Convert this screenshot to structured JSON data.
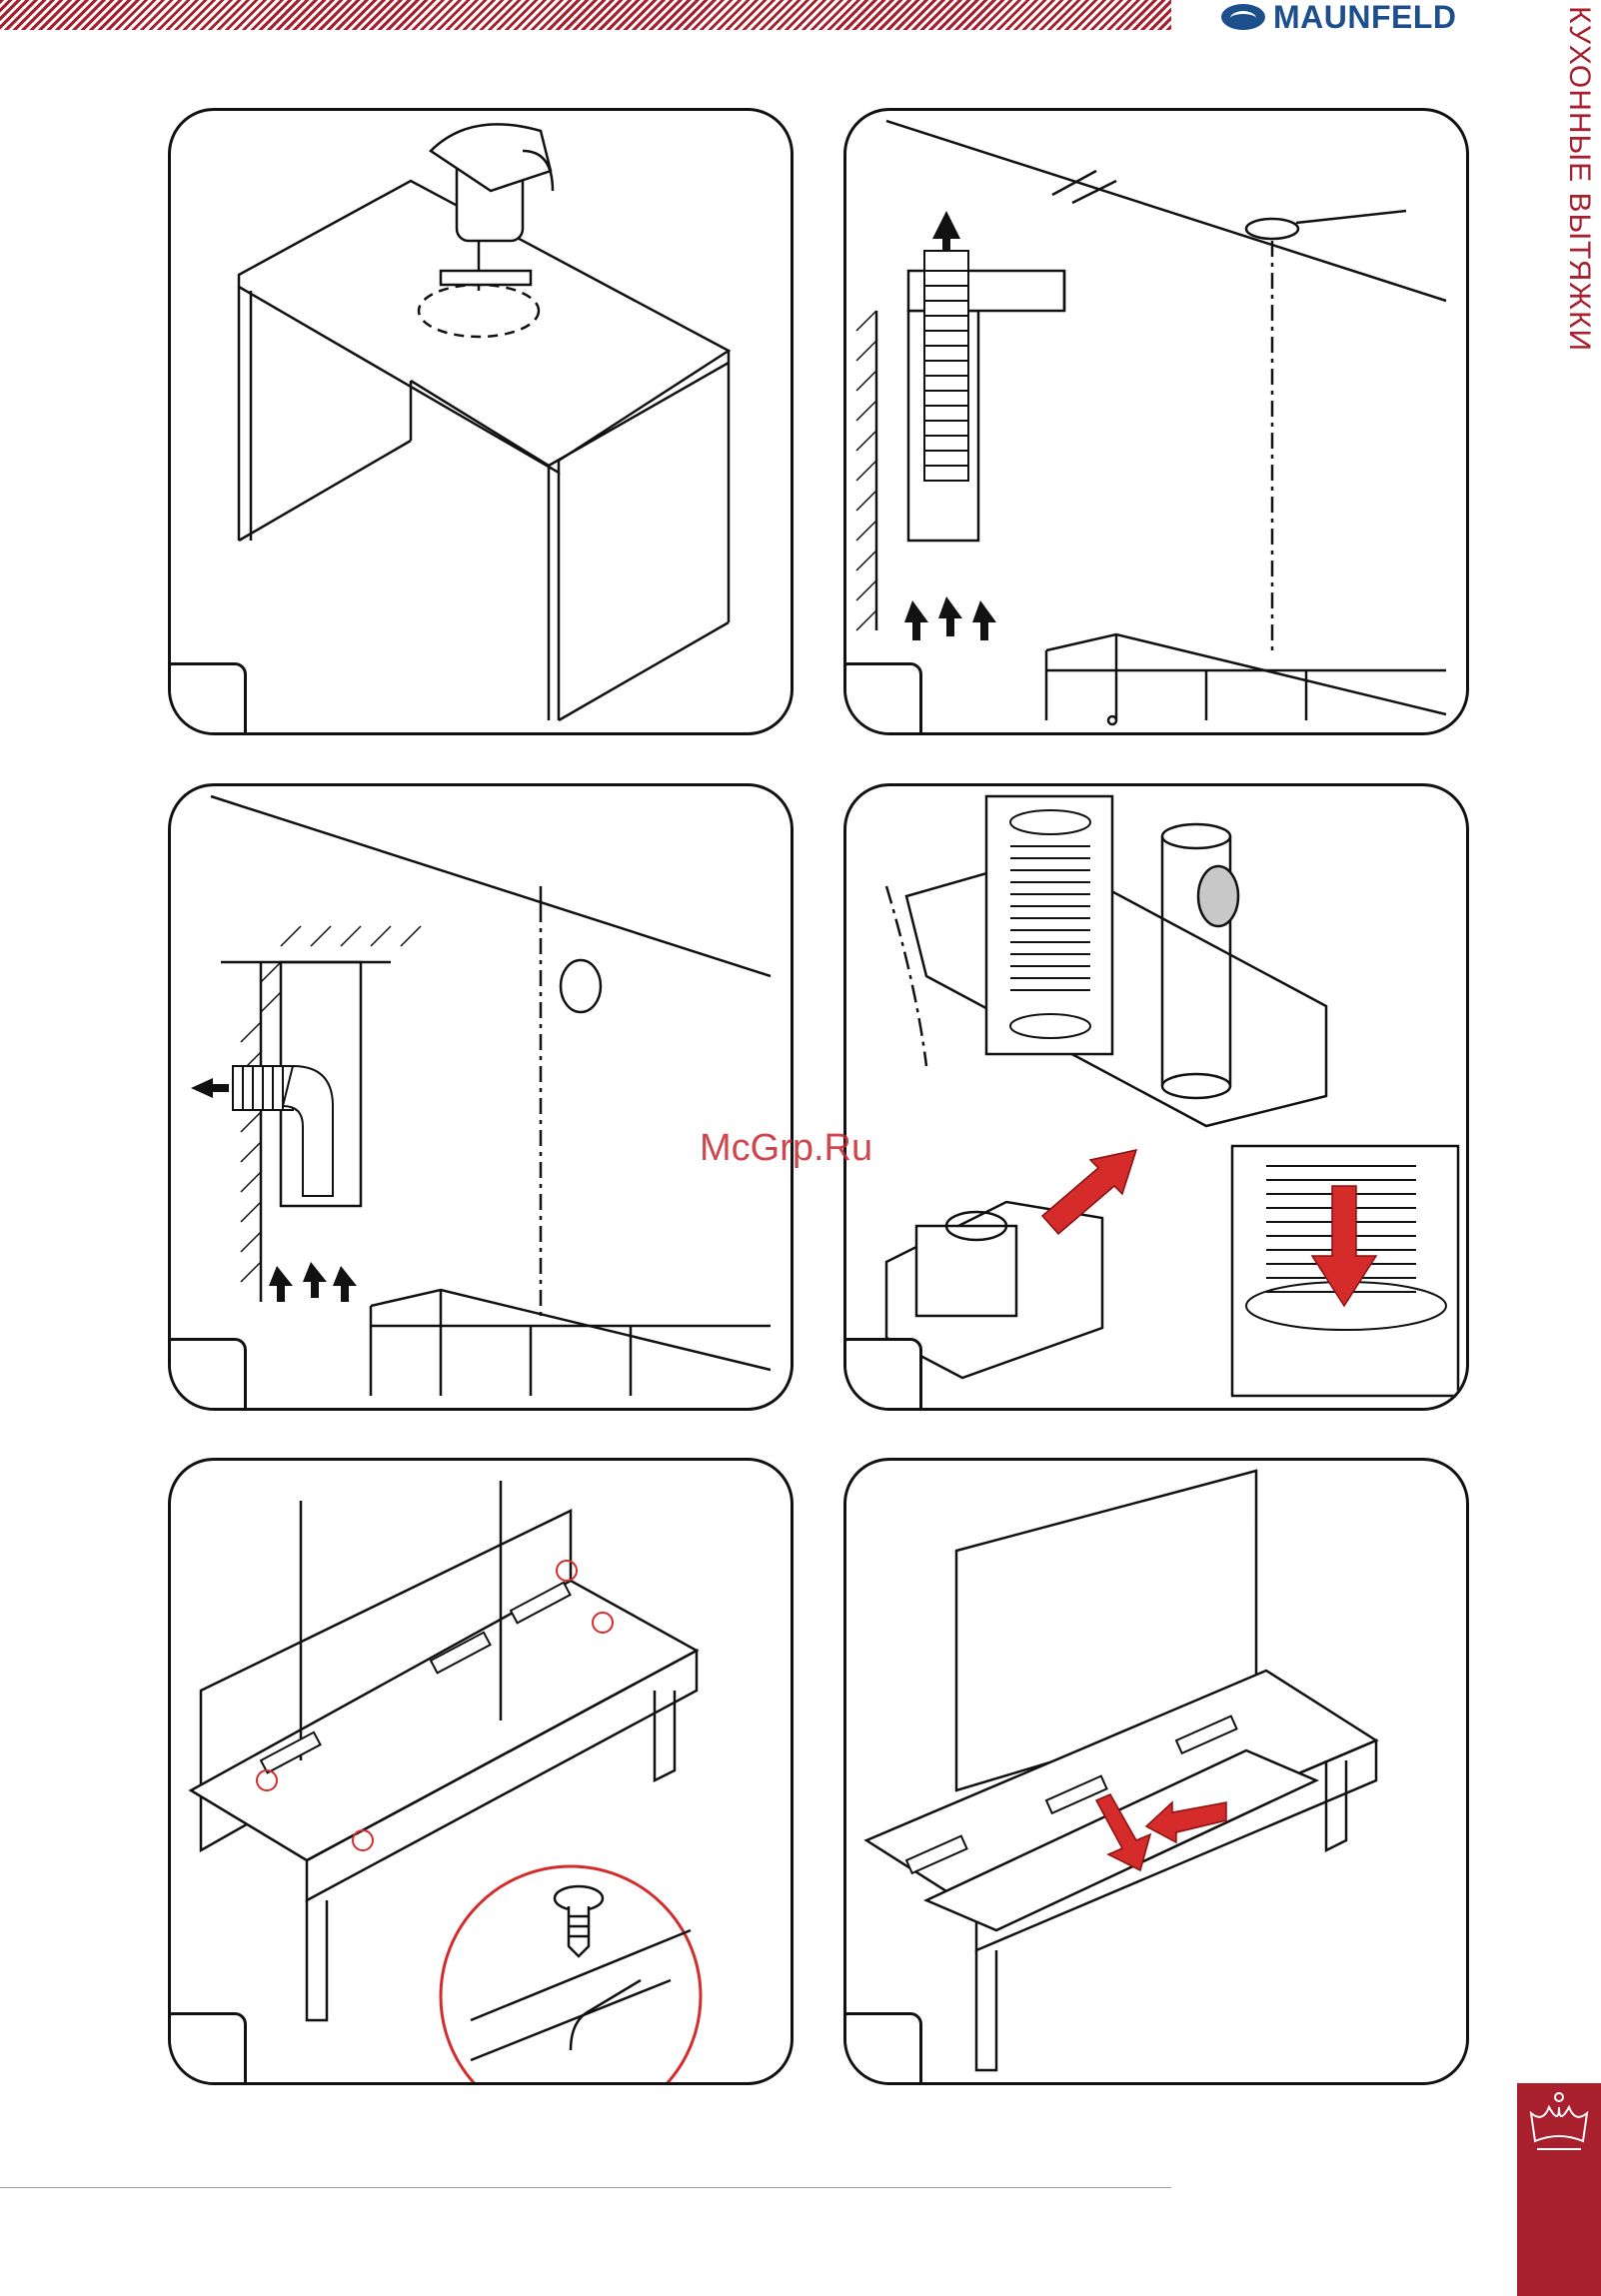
{
  "brand": {
    "name": "MAUNFELD",
    "brand_color": "#1d4f8c",
    "accent_color": "#a81f2d"
  },
  "section_title": "КУХОННЫЕ ВЫТЯЖКИ",
  "watermark": "McGrp.Ru",
  "steps": [
    {
      "label": ""
    },
    {
      "label": ""
    },
    {
      "label": ""
    },
    {
      "label": ""
    },
    {
      "label": ""
    },
    {
      "label": ""
    }
  ],
  "icons": [
    "maunfeld-logo-icon",
    "crown-icon",
    "jigsaw-icon",
    "arrow-up-icon",
    "arrow-down-red-icon",
    "screw-icon"
  ]
}
